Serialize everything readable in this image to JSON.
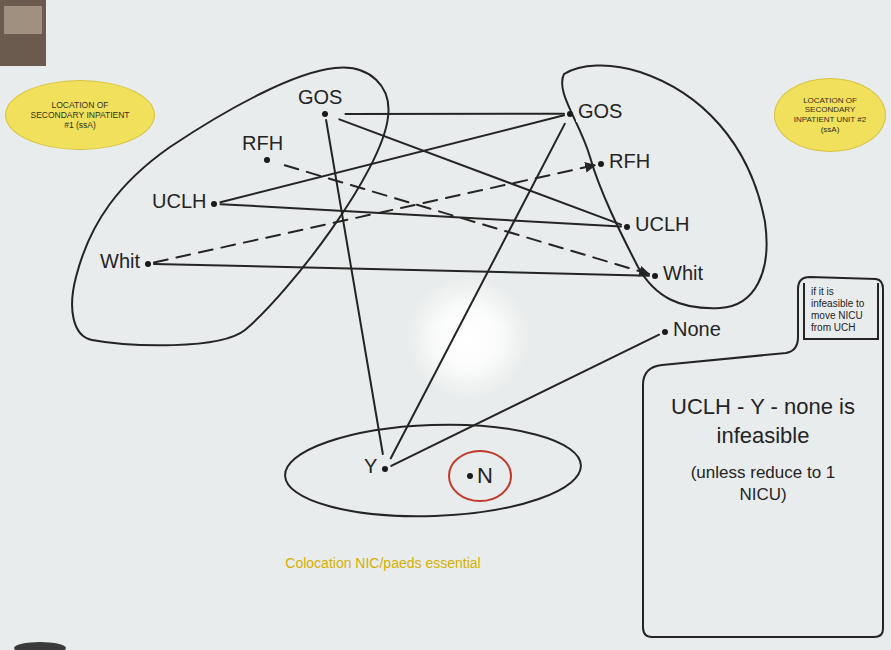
{
  "diagram": {
    "nodes": [
      {
        "text": [
          "LOCATION OF SECONDARY INPATIENT #1 (ssA)"
        ]
      },
      {
        "text": [
          "GOS"
        ],
        "in": 0
      },
      {
        "text": [
          "RFH"
        ],
        "in": 0
      },
      {
        "text": [
          "UCLH"
        ],
        "in": 0
      },
      {
        "text": [
          "Whit"
        ],
        "in": 0
      },
      {
        "text": [
          "LOCATION OF SECONDARY INPATIENT UNIT #2 (ssA)"
        ]
      },
      {
        "text": [
          "GOS"
        ],
        "in": 5
      },
      {
        "text": [
          "RFH"
        ],
        "in": 5
      },
      {
        "text": [
          "UCLH"
        ],
        "in": 5
      },
      {
        "text": [
          "Whit"
        ],
        "in": 5
      },
      {
        "text": [
          "None"
        ]
      },
      {
        "text": [
          "UCLH - Y - none is infeasible",
          "(unless reduce to 1 NICU)"
        ]
      },
      {
        "text": [
          "if it is infeasible to move NICU from UCH"
        ],
        "in": 11
      },
      {
        "text": [
          "Colocation NIC/paeds essential"
        ]
      },
      {
        "text": [
          "Y"
        ],
        "in": 13
      },
      {
        "text": [
          "N"
        ],
        "in": 13
      }
    ],
    "edges": [
      {
        "from": 1,
        "to": 6,
        "arrow": "none"
      },
      {
        "from": 1,
        "to": 8,
        "arrow": "none"
      },
      {
        "from": 1,
        "to": 14,
        "arrow": "none"
      },
      {
        "from": 3,
        "to": 6,
        "arrow": "none"
      },
      {
        "from": 3,
        "to": 8,
        "arrow": "none"
      },
      {
        "from": 6,
        "to": 14,
        "arrow": "none"
      },
      {
        "from": 2,
        "to": 9,
        "arrow": "to"
      },
      {
        "from": 4,
        "to": 7,
        "arrow": "to"
      },
      {
        "from": 4,
        "to": 9,
        "arrow": "none"
      },
      {
        "from": 14,
        "to": 10,
        "arrow": "none"
      }
    ]
  }
}
